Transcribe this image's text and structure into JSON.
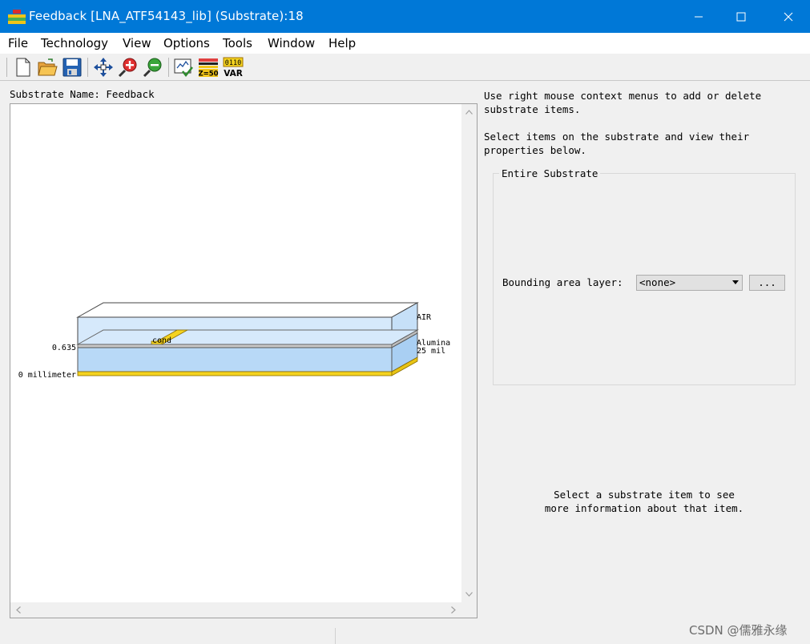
{
  "window": {
    "title": "Feedback [LNA_ATF54143_lib] (Substrate):18",
    "minimize_icon": "minimize-icon",
    "maximize_icon": "maximize-icon",
    "close_icon": "close-icon"
  },
  "menu": {
    "items": [
      "File",
      "Technology",
      "View",
      "Options",
      "Tools",
      "Window",
      "Help"
    ]
  },
  "toolbar": {
    "icons": [
      "new-file-icon",
      "open-folder-icon",
      "save-icon",
      "pan-icon",
      "zoom-in-icon",
      "zoom-out-icon",
      "check-icon",
      "z50-icon",
      "var-icon"
    ],
    "z50_label": "Z=50",
    "var_top": "0110",
    "var_label": "VAR"
  },
  "substrate": {
    "name_label": "Substrate Name: Feedback",
    "layers": {
      "air": "AIR",
      "alumina": "Alumina",
      "thickness": "25 mil",
      "cond": "cond",
      "top_value": "0.635",
      "bottom_value": "0 millimeter"
    }
  },
  "right_panel": {
    "hint_1": [
      "Use right mouse context menus to add or delete",
      "substrate items."
    ],
    "hint_2": [
      "Select items on the substrate and view their",
      "properties below."
    ],
    "group_title": "Entire Substrate",
    "bounding_label": "Bounding area layer:",
    "bounding_value": "<none>",
    "browse_label": "...",
    "info": [
      "Select a substrate item to see",
      "more information about that item."
    ]
  },
  "watermark": "CSDN @儒雅永缘",
  "colors": {
    "titlebar": "#0078d7",
    "air": "#d6e9fb",
    "dielectric": "#b8d9f7",
    "conductor": "#f5d31f",
    "metal": "#c8c8c8"
  }
}
